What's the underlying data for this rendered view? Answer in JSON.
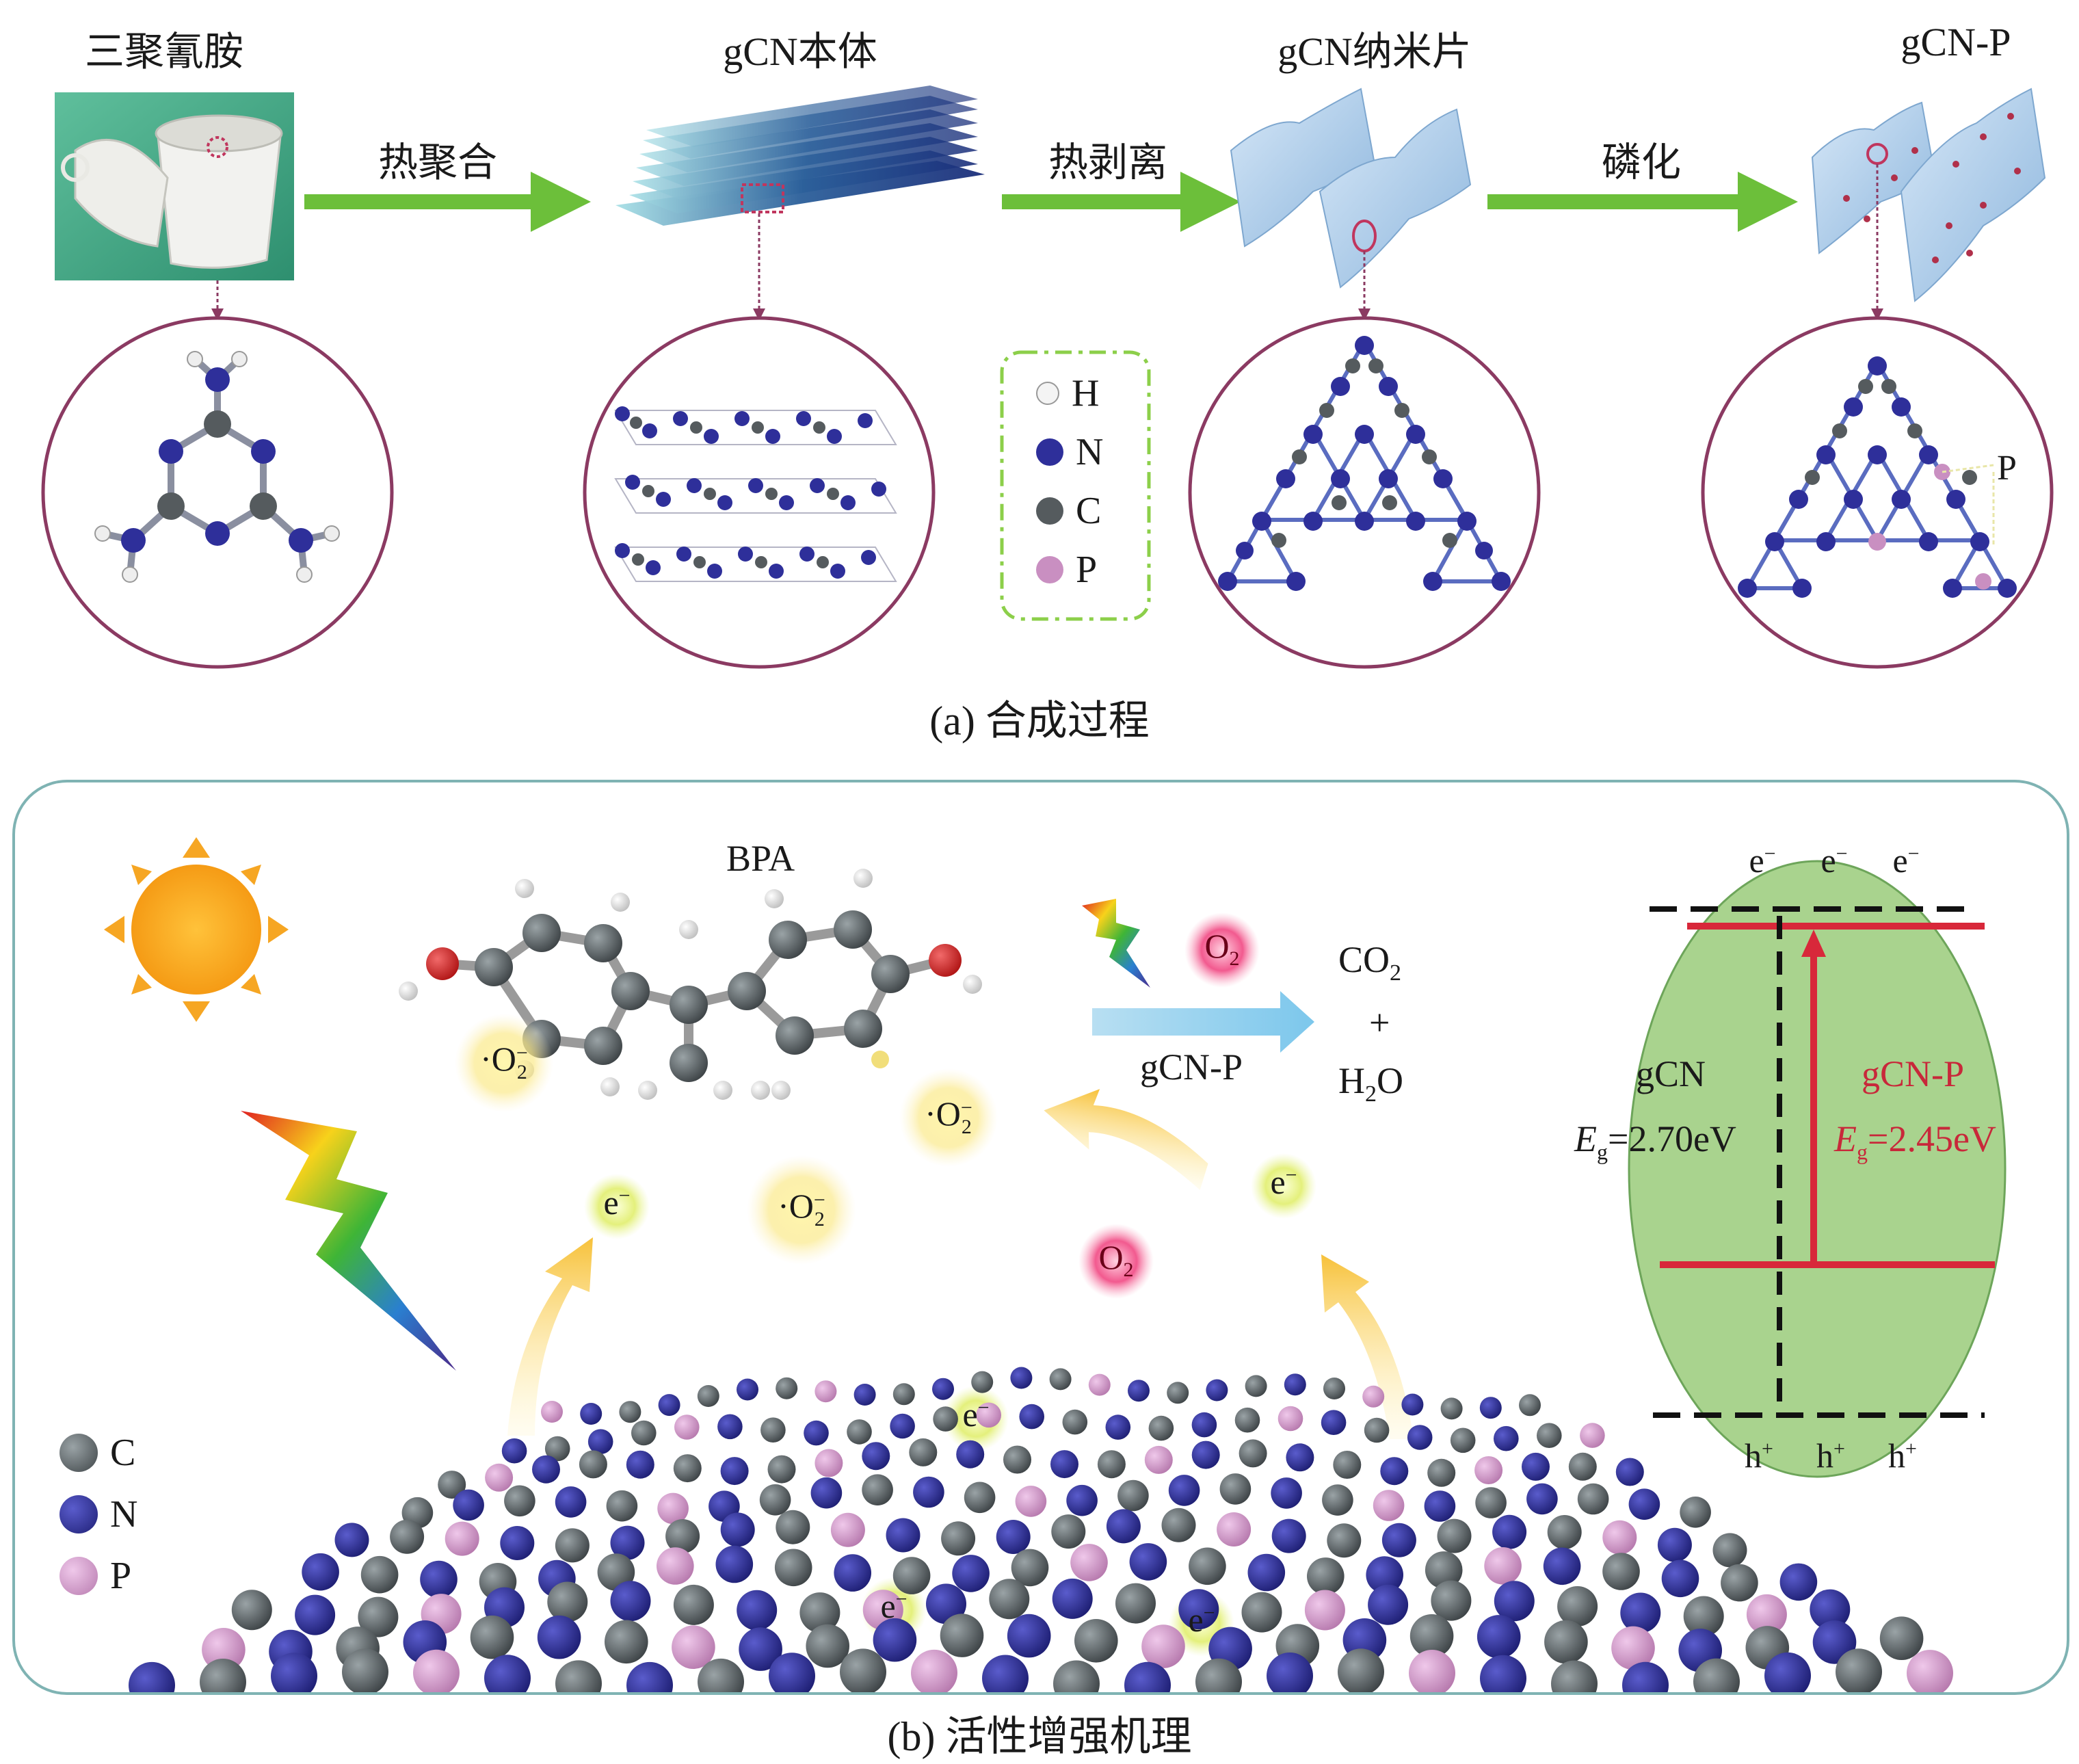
{
  "panel_a": {
    "stages": [
      {
        "id": "melamine",
        "label": "三聚氰胺"
      },
      {
        "id": "bulk",
        "label": "gCN本体"
      },
      {
        "id": "nanosheet",
        "label": "gCN纳米片"
      },
      {
        "id": "phosphorized",
        "label": "gCN-P"
      }
    ],
    "arrows": [
      {
        "id": "thermal-polymerization",
        "label": "热聚合"
      },
      {
        "id": "thermal-exfoliation",
        "label": "热剥离"
      },
      {
        "id": "phosphorization",
        "label": "磷化"
      }
    ],
    "legend": [
      {
        "symbol": "H",
        "color": "#f4f4f4"
      },
      {
        "symbol": "N",
        "color": "#2e2f9a"
      },
      {
        "symbol": "C",
        "color": "#555b5e"
      },
      {
        "symbol": "P",
        "color": "#c98fc1"
      }
    ],
    "p_label": "P",
    "caption": "(a) 合成过程"
  },
  "panel_b": {
    "molecule_label": "BPA",
    "radical": {
      "dot": "·O",
      "sub": "2",
      "sup": "−"
    },
    "oxygen": {
      "base": "O",
      "sub": "2"
    },
    "electron": {
      "base": "e",
      "sup": "−"
    },
    "hole": {
      "base": "h",
      "sup": "+"
    },
    "catalyst_label": "gCN-P",
    "products": {
      "co2": "CO",
      "co2_sub": "2",
      "plus": "+",
      "h2o_h": "H",
      "h2o_sub": "2",
      "h2o_o": "O"
    },
    "band": {
      "left_name": "gCN",
      "left_eg_symbol": "E",
      "left_eg_sub": "g",
      "left_eg_value": "=2.70eV",
      "right_name": "gCN-P",
      "right_eg_symbol": "E",
      "right_eg_sub": "g",
      "right_eg_value": "=2.45eV"
    },
    "legend": [
      {
        "symbol": "C",
        "color": "#555b5e"
      },
      {
        "symbol": "N",
        "color": "#2e2f9a"
      },
      {
        "symbol": "P",
        "color": "#c98fc1"
      }
    ],
    "caption": "(b) 活性增强机理"
  },
  "colors": {
    "process_arrow": "#6cbf3a",
    "circle_border": "#8b3a62",
    "band_red": "#d8283a",
    "ellipse_green": "#a9d38e",
    "panel_border": "#7fb3b3"
  }
}
